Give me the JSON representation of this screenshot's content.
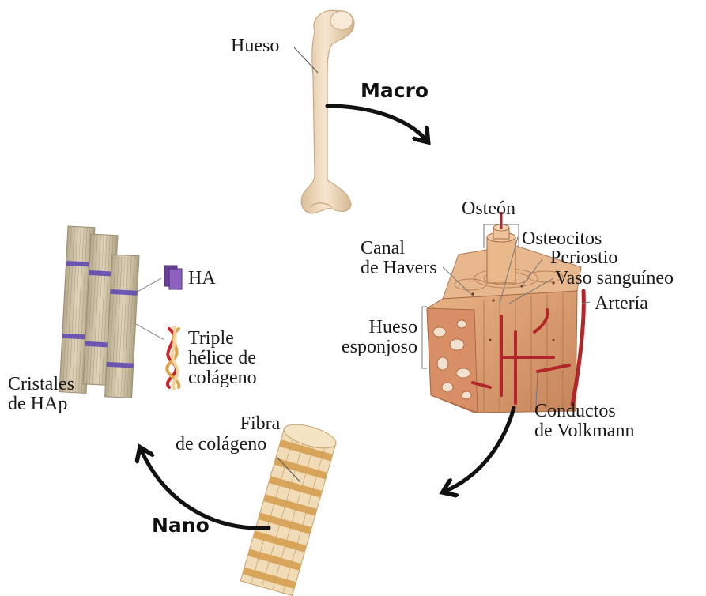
{
  "labels": {
    "bone": "Hueso",
    "osteon": "Osteón",
    "haversian_canal_line1": "Canal",
    "haversian_canal_line2": "de Havers",
    "osteocytes": "Osteocitos",
    "periosteum": "Periostio",
    "blood_vessel": "Vaso sanguíneo",
    "artery": "Artería",
    "spongy_bone_line1": "Hueso",
    "spongy_bone_line2": "esponjoso",
    "volkmann_line1": "Conductos",
    "volkmann_line2": "de Volkmann",
    "collagen_fiber_line1": "Fibra",
    "collagen_fiber_line2": "de colágeno",
    "ha": "HA",
    "triple_helix_line1": "Triple",
    "triple_helix_line2": "hélice de",
    "triple_helix_line3": "colágeno",
    "hap_crystals_line1": "Cristales",
    "hap_crystals_line2": "de HAp"
  },
  "stages": {
    "macro": "Macro",
    "nano": "Nano"
  },
  "colors": {
    "bone": "#f1dcc0",
    "bone_shade": "#dcbf9a",
    "tissue": "#d89a68",
    "tissue_dark": "#b8724a",
    "vessel": "#b2262a",
    "fibril": "#cfc0a2",
    "fibril_band": "#6a55b0",
    "ha_crystal": "#7b52a8",
    "collagen_band": "#d9a55a",
    "arrow": "#111111"
  }
}
